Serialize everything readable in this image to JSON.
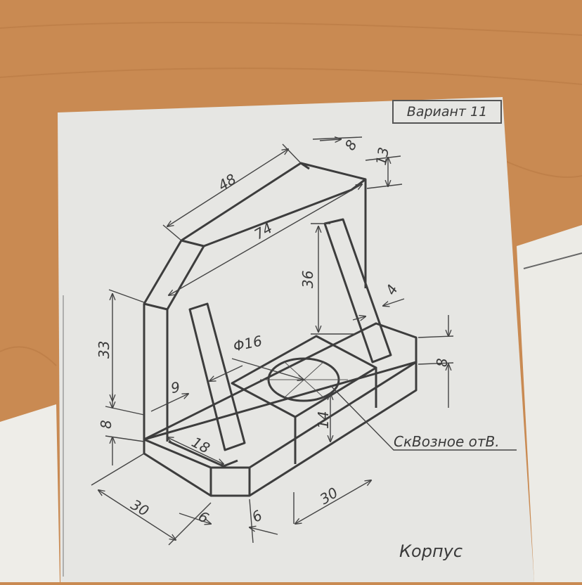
{
  "sheet": {
    "variant": "Вариант 11",
    "part_name": "Корпус",
    "note": "СкВозное отВ."
  },
  "dimensions": {
    "d48": "48",
    "d8_top": "8",
    "d13": "13",
    "d74": "74",
    "d36": "36",
    "d4": "4",
    "d33": "33",
    "d16": "Φ16",
    "d9": "9",
    "d8_left": "8",
    "d8_right": "8",
    "d14": "14",
    "d18": "18",
    "d30_left": "30",
    "d6_a": "6",
    "d6_b": "6",
    "d30_right": "30"
  },
  "colors": {
    "wood": "#c98a52",
    "paper": "#e8e8e6",
    "ink": "#3a3a3a"
  }
}
